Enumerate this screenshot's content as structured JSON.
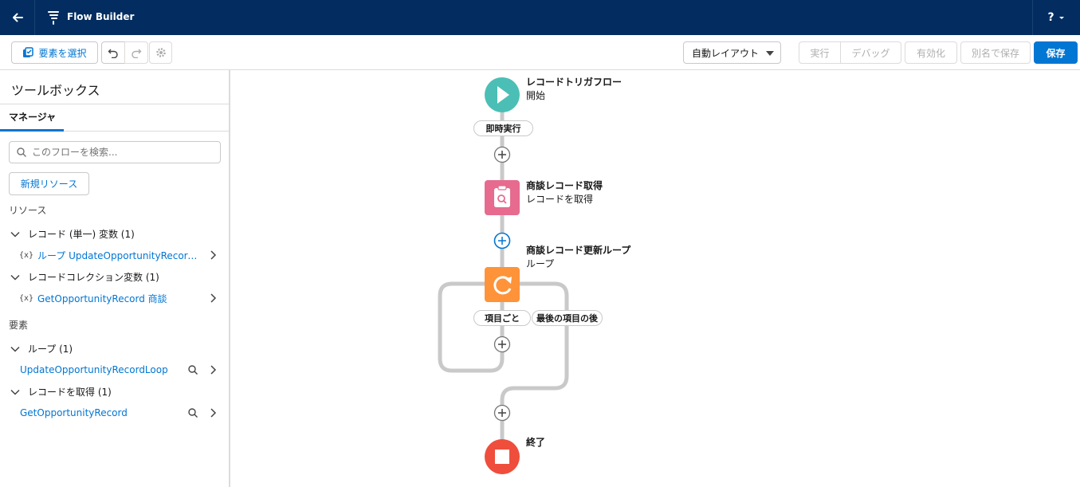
{
  "header": {
    "app_title": "Flow Builder",
    "help_label": "?"
  },
  "toolbar": {
    "select_elements_label": "要素を選択",
    "layout_mode": "自動レイアウト",
    "run_label": "実行",
    "debug_label": "デバッグ",
    "activate_label": "有効化",
    "save_as_label": "別名で保存",
    "save_label": "保存"
  },
  "sidebar": {
    "title": "ツールボックス",
    "tab_manager": "マネージャ",
    "search_placeholder": "このフローを検索...",
    "new_resource_label": "新規リソース",
    "resources_label": "リソース",
    "elements_label": "要素",
    "resource_groups": [
      {
        "label": "レコード (単一) 変数 (1)",
        "items": [
          {
            "icon": "{x}",
            "label": "ループ UpdateOpportunityRecordLoo..."
          }
        ]
      },
      {
        "label": "レコードコレクション変数 (1)",
        "items": [
          {
            "icon": "{x}",
            "label": "GetOpportunityRecord 商談"
          }
        ]
      }
    ],
    "element_groups": [
      {
        "label": "ループ (1)",
        "items": [
          {
            "label": "UpdateOpportunityRecordLoop"
          }
        ]
      },
      {
        "label": "レコードを取得 (1)",
        "items": [
          {
            "label": "GetOpportunityRecord"
          }
        ]
      }
    ]
  },
  "canvas": {
    "start": {
      "title": "レコードトリガフロー",
      "subtitle": "開始"
    },
    "run_immediately_label": "即時実行",
    "get_records": {
      "title": "商談レコード取得",
      "subtitle": "レコードを取得"
    },
    "loop": {
      "title": "商談レコード更新ループ",
      "subtitle": "ループ"
    },
    "for_each_label": "項目ごと",
    "after_last_label": "最後の項目の後",
    "end": {
      "title": "終了"
    }
  },
  "colors": {
    "header_bg": "#032d60",
    "brand": "#0176d3",
    "start_node": "#4bbfb5",
    "get_records_node": "#e66b8f",
    "loop_node": "#fe9339",
    "end_node": "#ef4e3c",
    "connector": "#c9c9c9"
  }
}
